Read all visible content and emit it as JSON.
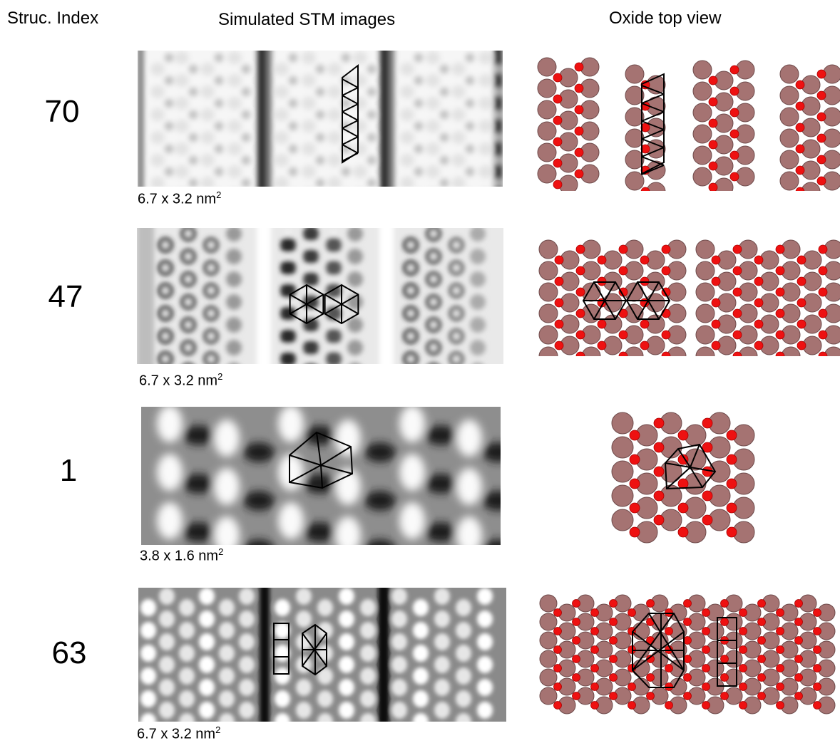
{
  "headers": {
    "index": "Struc. Index",
    "stm": "Simulated STM images",
    "oxide": "Oxide top view"
  },
  "rows": [
    {
      "index": "70",
      "scale_prefix": "6.7 x 3.2 nm",
      "scale_exp": "2"
    },
    {
      "index": "47",
      "scale_prefix": "6.7 x 3.2 nm",
      "scale_exp": "2"
    },
    {
      "index": "1",
      "scale_prefix": "3.8 x 1.6 nm",
      "scale_exp": "2"
    },
    {
      "index": "63",
      "scale_prefix": "6.7 x 3.2 nm",
      "scale_exp": "2"
    }
  ],
  "colors": {
    "metal_atom": "#a57372",
    "metal_outline": "#6e4a4a",
    "oxygen_atom": "#ee1111",
    "overlay_line": "#000000"
  }
}
